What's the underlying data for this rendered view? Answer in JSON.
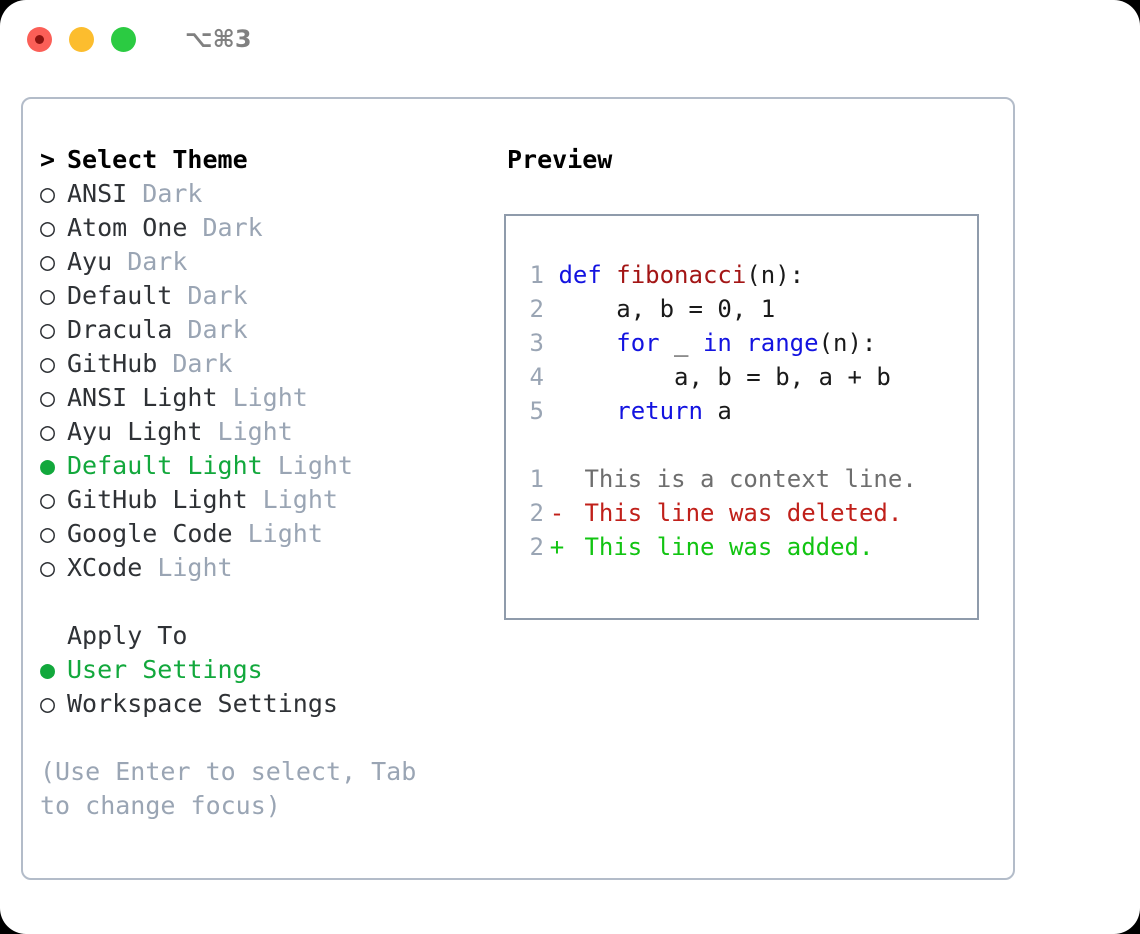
{
  "titlebar": {
    "lights": [
      {
        "name": "close",
        "color": "#fb5f57"
      },
      {
        "name": "minimize",
        "color": "#fcbd2e"
      },
      {
        "name": "maximize",
        "color": "#2bcb42"
      }
    ],
    "shortcut": "⌥⌘3"
  },
  "theme_list": {
    "header_marker": ">",
    "header": "Select Theme",
    "selected_bullet": "●",
    "unselected_bullet": "○",
    "items": [
      {
        "name": "ANSI",
        "tag": "Dark",
        "selected": false
      },
      {
        "name": "Atom One",
        "tag": "Dark",
        "selected": false
      },
      {
        "name": "Ayu",
        "tag": "Dark",
        "selected": false
      },
      {
        "name": "Default",
        "tag": "Dark",
        "selected": false
      },
      {
        "name": "Dracula",
        "tag": "Dark",
        "selected": false
      },
      {
        "name": "GitHub",
        "tag": "Dark",
        "selected": false
      },
      {
        "name": "ANSI Light",
        "tag": "Light",
        "selected": false
      },
      {
        "name": "Ayu Light",
        "tag": "Light",
        "selected": false
      },
      {
        "name": "Default Light",
        "tag": "Light",
        "selected": true
      },
      {
        "name": "GitHub Light",
        "tag": "Light",
        "selected": false
      },
      {
        "name": "Google Code",
        "tag": "Light",
        "selected": false
      },
      {
        "name": "XCode",
        "tag": "Light",
        "selected": false
      }
    ]
  },
  "apply_to": {
    "header": "Apply To",
    "items": [
      {
        "name": "User Settings",
        "selected": true
      },
      {
        "name": "Workspace Settings",
        "selected": false
      }
    ]
  },
  "hint": "(Use Enter to select, Tab to change focus)",
  "preview": {
    "title": "Preview",
    "code_lines": [
      {
        "lno": "1",
        "tokens": [
          {
            "t": "def ",
            "c": "kw"
          },
          {
            "t": "fibonacci",
            "c": "fn"
          },
          {
            "t": "(n):",
            "c": "pl"
          }
        ]
      },
      {
        "lno": "2",
        "tokens": [
          {
            "t": "    a, b = 0, 1",
            "c": "pl"
          }
        ]
      },
      {
        "lno": "3",
        "tokens": [
          {
            "t": "    ",
            "c": "pl"
          },
          {
            "t": "for",
            "c": "kw"
          },
          {
            "t": " _ ",
            "c": "pl"
          },
          {
            "t": "in",
            "c": "kw"
          },
          {
            "t": " ",
            "c": "pl"
          },
          {
            "t": "range",
            "c": "kw"
          },
          {
            "t": "(n):",
            "c": "pl"
          }
        ]
      },
      {
        "lno": "4",
        "tokens": [
          {
            "t": "        a, b = b, a + b",
            "c": "pl"
          }
        ]
      },
      {
        "lno": "5",
        "tokens": [
          {
            "t": "    ",
            "c": "pl"
          },
          {
            "t": "return",
            "c": "kw"
          },
          {
            "t": " a",
            "c": "pl"
          }
        ]
      }
    ],
    "diff_lines": [
      {
        "lno": "1",
        "marker": " ",
        "text": "This is a context line.",
        "kind": "ctx"
      },
      {
        "lno": "2",
        "marker": "-",
        "text": "This line was deleted.",
        "kind": "del"
      },
      {
        "lno": "2",
        "marker": "+",
        "text": "This line was added.",
        "kind": "add"
      }
    ]
  },
  "colors": {
    "accent_green": "#12a83c",
    "muted": "#9aa5b4",
    "keyword_blue": "#1313e0",
    "function_red": "#a31515",
    "diff_add": "#12c412",
    "diff_del": "#c0201a",
    "panel_border": "#b3bcc9",
    "code_border": "#8f9bab"
  }
}
